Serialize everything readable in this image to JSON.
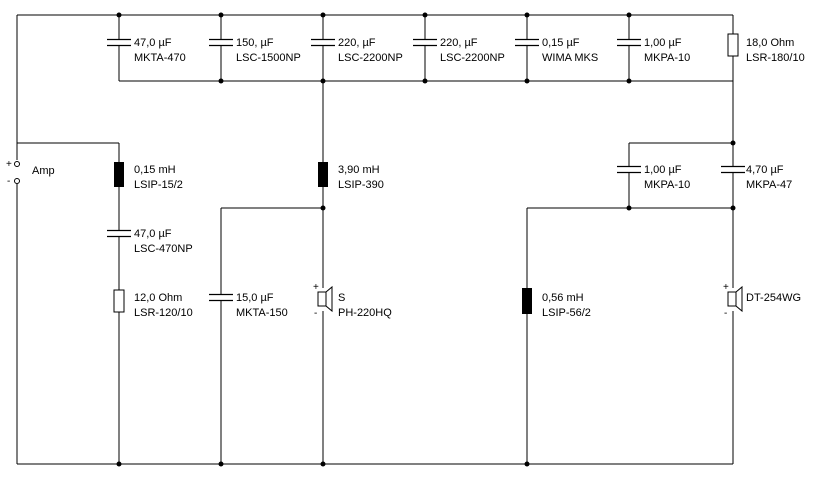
{
  "amp": {
    "label": "Amp",
    "plus": "+",
    "minus": "-"
  },
  "components": {
    "c1": {
      "value": "47,0 µF",
      "part": "MKTA-470"
    },
    "c2": {
      "value": "150, µF",
      "part": "LSC-1500NP"
    },
    "c3": {
      "value": "220, µF",
      "part": "LSC-2200NP"
    },
    "c4": {
      "value": "220, µF",
      "part": "LSC-2200NP"
    },
    "c5": {
      "value": "0,15 µF",
      "part": "WIMA MKS"
    },
    "c6": {
      "value": "1,00 µF",
      "part": "MKPA-10"
    },
    "r1": {
      "value": "18,0 Ohm",
      "part": "LSR-180/10"
    },
    "l1": {
      "value": "0,15 mH",
      "part": "LSIP-15/2"
    },
    "c7": {
      "value": "47,0 µF",
      "part": "LSC-470NP"
    },
    "r2": {
      "value": "12,0 Ohm",
      "part": "LSR-120/10"
    },
    "l2": {
      "value": "3,90 mH",
      "part": "LSIP-390"
    },
    "c8": {
      "value": "15,0 µF",
      "part": "MKTA-150"
    },
    "s1": {
      "value": "S",
      "part": "PH-220HQ"
    },
    "c9": {
      "value": "1,00 µF",
      "part": "MKPA-10"
    },
    "c10": {
      "value": "4,70 µF",
      "part": "MKPA-47"
    },
    "l3": {
      "value": "0,56 mH",
      "part": "LSIP-56/2"
    },
    "s2": {
      "part": "DT-254WG"
    }
  }
}
